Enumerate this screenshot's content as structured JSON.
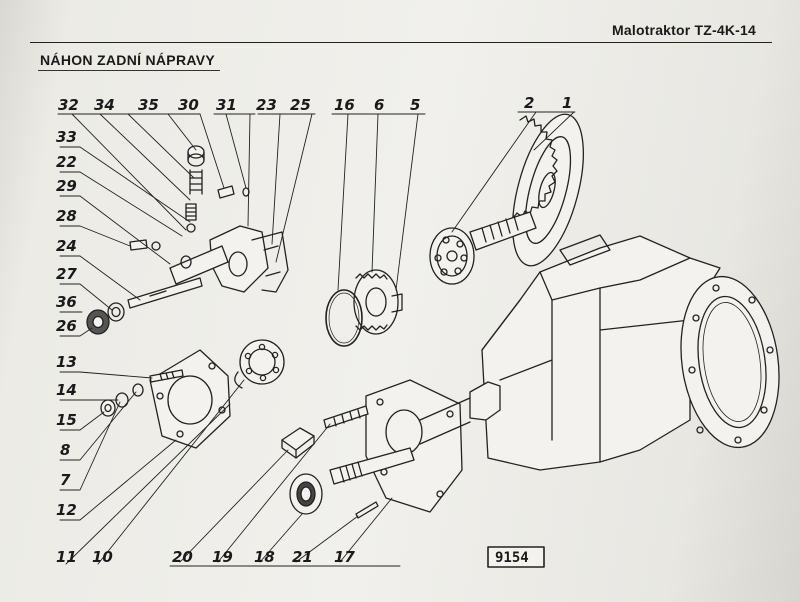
{
  "header": {
    "title": "Malotraktor TZ-4K-14",
    "section_title": "NÁHON ZADNÍ NÁPRAVY"
  },
  "figure": {
    "number": "9154",
    "parts": {
      "p32": "32",
      "p34": "34",
      "p35": "35",
      "p30": "30",
      "p31": "31",
      "p23": "23",
      "p25": "25",
      "p16": "16",
      "p6": "6",
      "p5": "5",
      "p2": "2",
      "p1": "1",
      "p33": "33",
      "p22": "22",
      "p29": "29",
      "p28": "28",
      "p24": "24",
      "p27": "27",
      "p36": "36",
      "p26": "26",
      "p13": "13",
      "p14": "14",
      "p15": "15",
      "p8": "8",
      "p7": "7",
      "p12": "12",
      "p11": "11",
      "p10": "10",
      "p20": "20",
      "p19": "19",
      "p18": "18",
      "p21": "21",
      "p17": "17"
    }
  }
}
